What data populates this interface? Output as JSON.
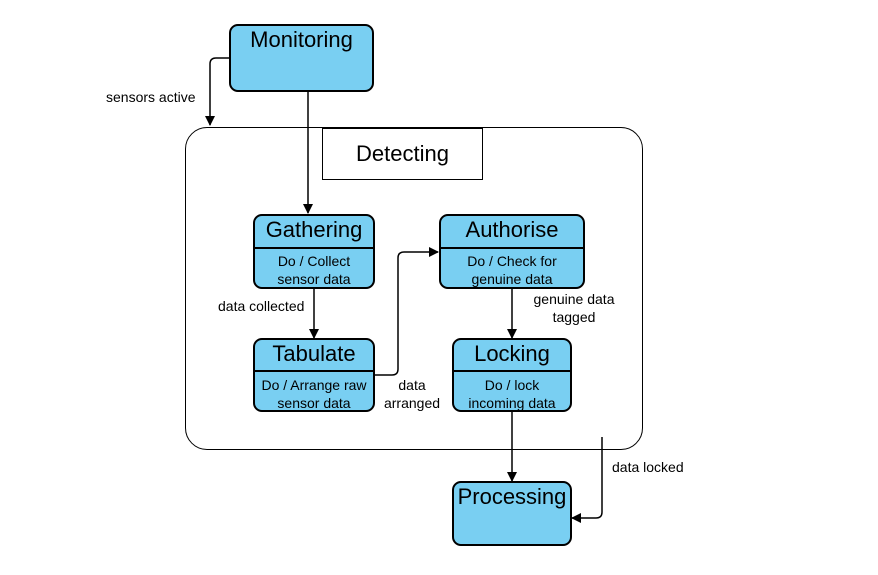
{
  "composite": {
    "name": "Detecting"
  },
  "states": {
    "monitoring": {
      "name": "Monitoring"
    },
    "gathering": {
      "name": "Gathering",
      "activity_1": "Do / Collect",
      "activity_2": "sensor data"
    },
    "tabulate": {
      "name": "Tabulate",
      "activity_1": "Do / Arrange raw",
      "activity_2": "sensor data"
    },
    "authorise": {
      "name": "Authorise",
      "activity_1": "Do / Check for",
      "activity_2": "genuine data"
    },
    "locking": {
      "name": "Locking",
      "activity_1": "Do / lock",
      "activity_2": "incoming data"
    },
    "processing": {
      "name": "Processing"
    }
  },
  "transitions": {
    "sensors_active": "sensors active",
    "data_collected": "data collected",
    "data_arranged_1": "data",
    "data_arranged_2": "arranged",
    "genuine_data_tagged_1": "genuine data",
    "genuine_data_tagged_2": "tagged",
    "data_locked": "data locked"
  },
  "colors": {
    "state_fill": "#79cff2",
    "stroke": "#000000",
    "background": "#ffffff"
  }
}
